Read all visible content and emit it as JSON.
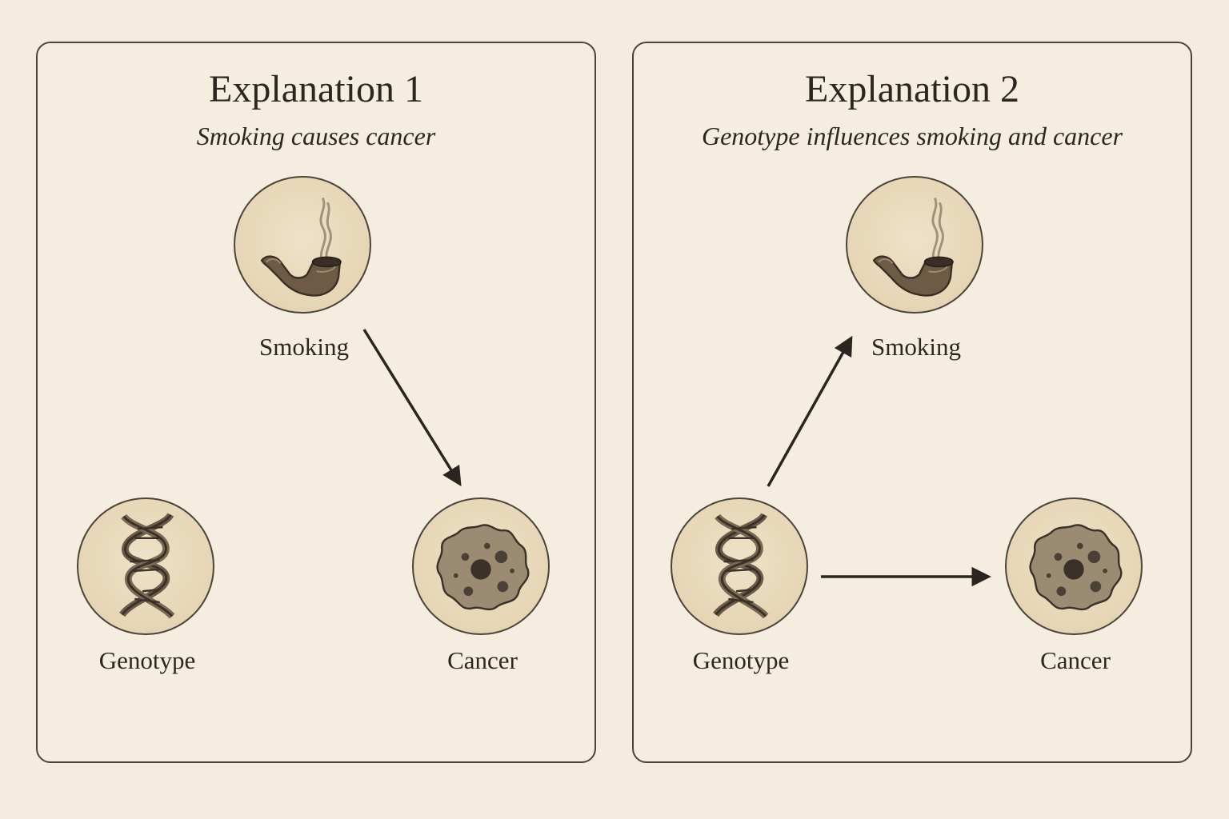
{
  "panels": [
    {
      "title": "Explanation 1",
      "subtitle": "Smoking causes cancer",
      "nodes": {
        "smoking": {
          "label": "Smoking",
          "icon": "pipe-icon"
        },
        "genotype": {
          "label": "Genotype",
          "icon": "dna-icon"
        },
        "cancer": {
          "label": "Cancer",
          "icon": "cancer-cell-icon"
        }
      },
      "edges": [
        {
          "from": "Smoking",
          "to": "Cancer"
        }
      ]
    },
    {
      "title": "Explanation 2",
      "subtitle": "Genotype influences smoking and cancer",
      "nodes": {
        "smoking": {
          "label": "Smoking",
          "icon": "pipe-icon"
        },
        "genotype": {
          "label": "Genotype",
          "icon": "dna-icon"
        },
        "cancer": {
          "label": "Cancer",
          "icon": "cancer-cell-icon"
        }
      },
      "edges": [
        {
          "from": "Genotype",
          "to": "Smoking"
        },
        {
          "from": "Genotype",
          "to": "Cancer"
        }
      ]
    }
  ],
  "colors": {
    "background": "#f4ecdf",
    "ink": "#2b2720",
    "node_fill": "#e6d5b5"
  }
}
